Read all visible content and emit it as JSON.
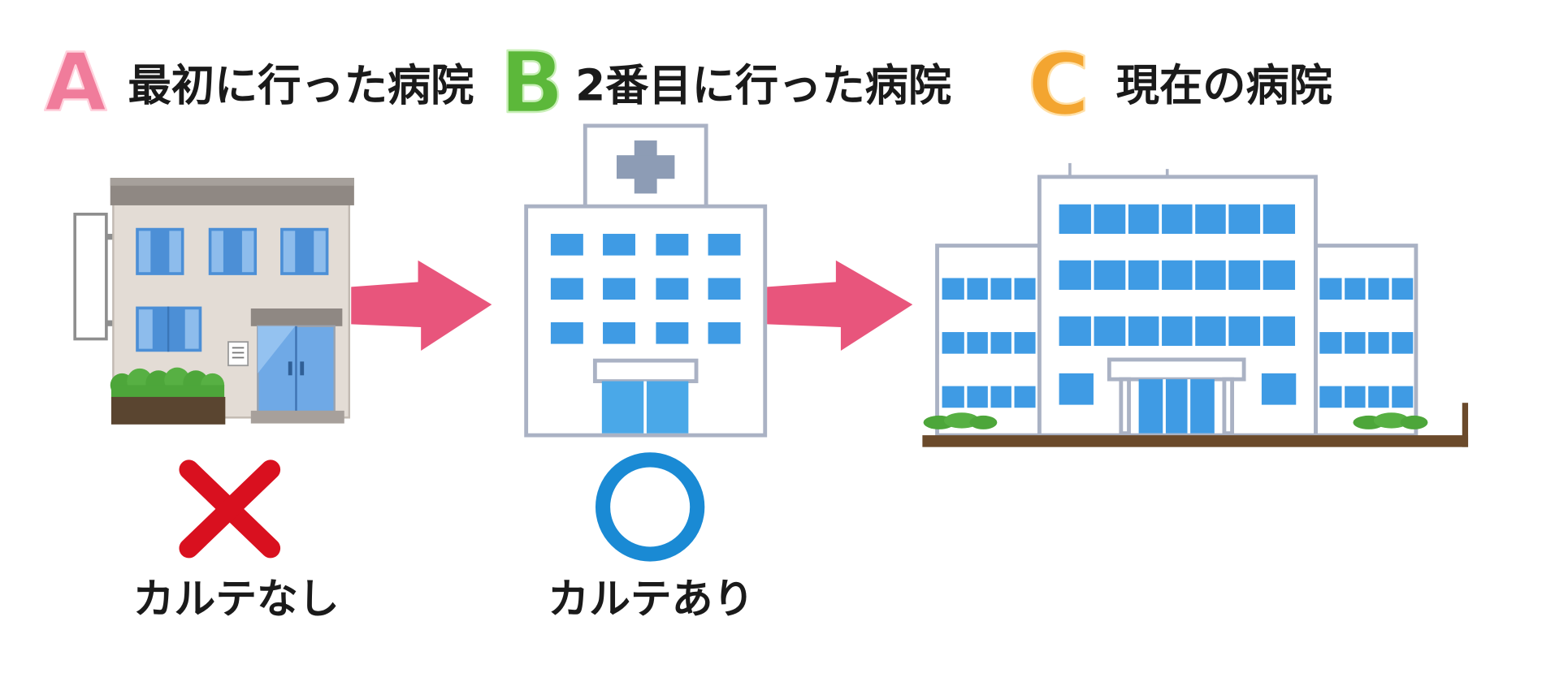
{
  "hospitals": [
    {
      "letter": "A",
      "letter_color": "#f07c9b",
      "label": "最初に行った病院",
      "record_status": "カルテなし",
      "mark_icon": "cross-mark-icon"
    },
    {
      "letter": "B",
      "letter_color": "#5cb83a",
      "label": "2番目に行った病院",
      "record_status": "カルテあり",
      "mark_icon": "circle-mark-icon"
    },
    {
      "letter": "C",
      "letter_color": "#f3a530",
      "label": "現在の病院"
    }
  ],
  "colors": {
    "arrow": "#e8557c",
    "cross_mark": "#d9101f",
    "circle_mark": "#1a8ad4"
  }
}
